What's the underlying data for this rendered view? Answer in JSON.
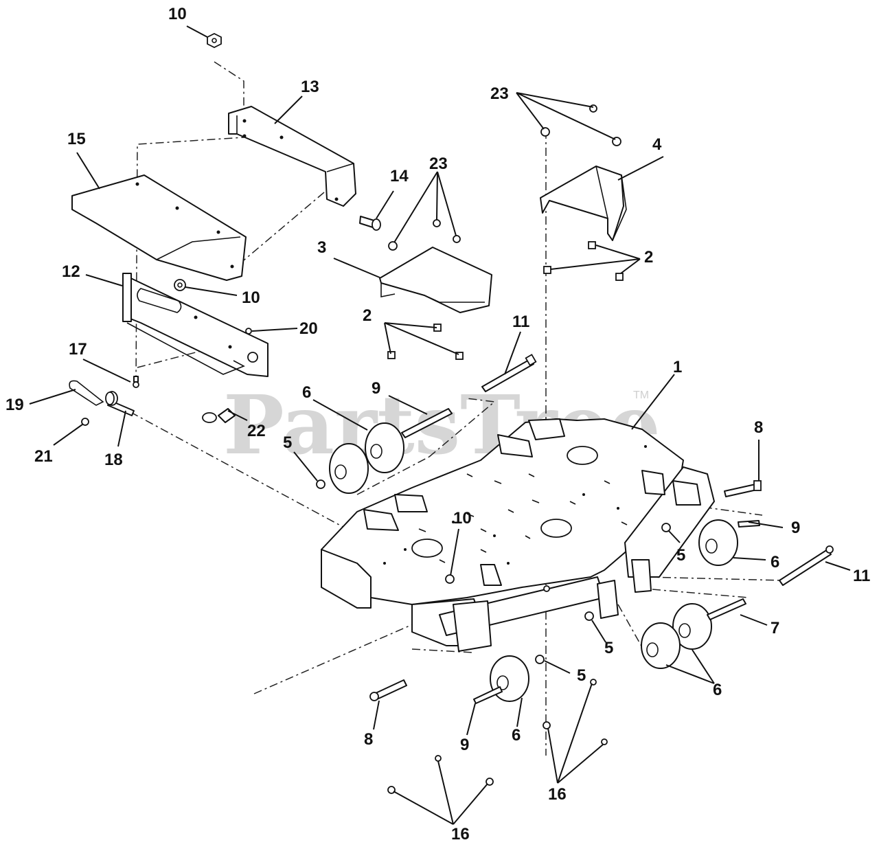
{
  "watermark": {
    "text": "PartsTree",
    "trademark": "TM"
  },
  "labels": {
    "l10a": "10",
    "l13": "13",
    "l15": "15",
    "l14": "14",
    "l23a": "23",
    "l23b": "23",
    "l4": "4",
    "l2a": "2",
    "l3": "3",
    "l12": "12",
    "l10b": "10",
    "l20": "20",
    "l2b": "2",
    "l11a": "11",
    "l1": "1",
    "l17": "17",
    "l19": "19",
    "l6a": "6",
    "l9a": "9",
    "l8a": "8",
    "l22": "22",
    "l21": "21",
    "l18": "18",
    "l5a": "5",
    "l10c": "10",
    "l9b": "9",
    "l5b": "5",
    "l6b": "6",
    "l11b": "11",
    "l7": "7",
    "l5c": "5",
    "l6c": "6",
    "l5d": "5",
    "l8b": "8",
    "l9c": "9",
    "l6d": "6",
    "l16a": "16",
    "l16b": "16"
  }
}
